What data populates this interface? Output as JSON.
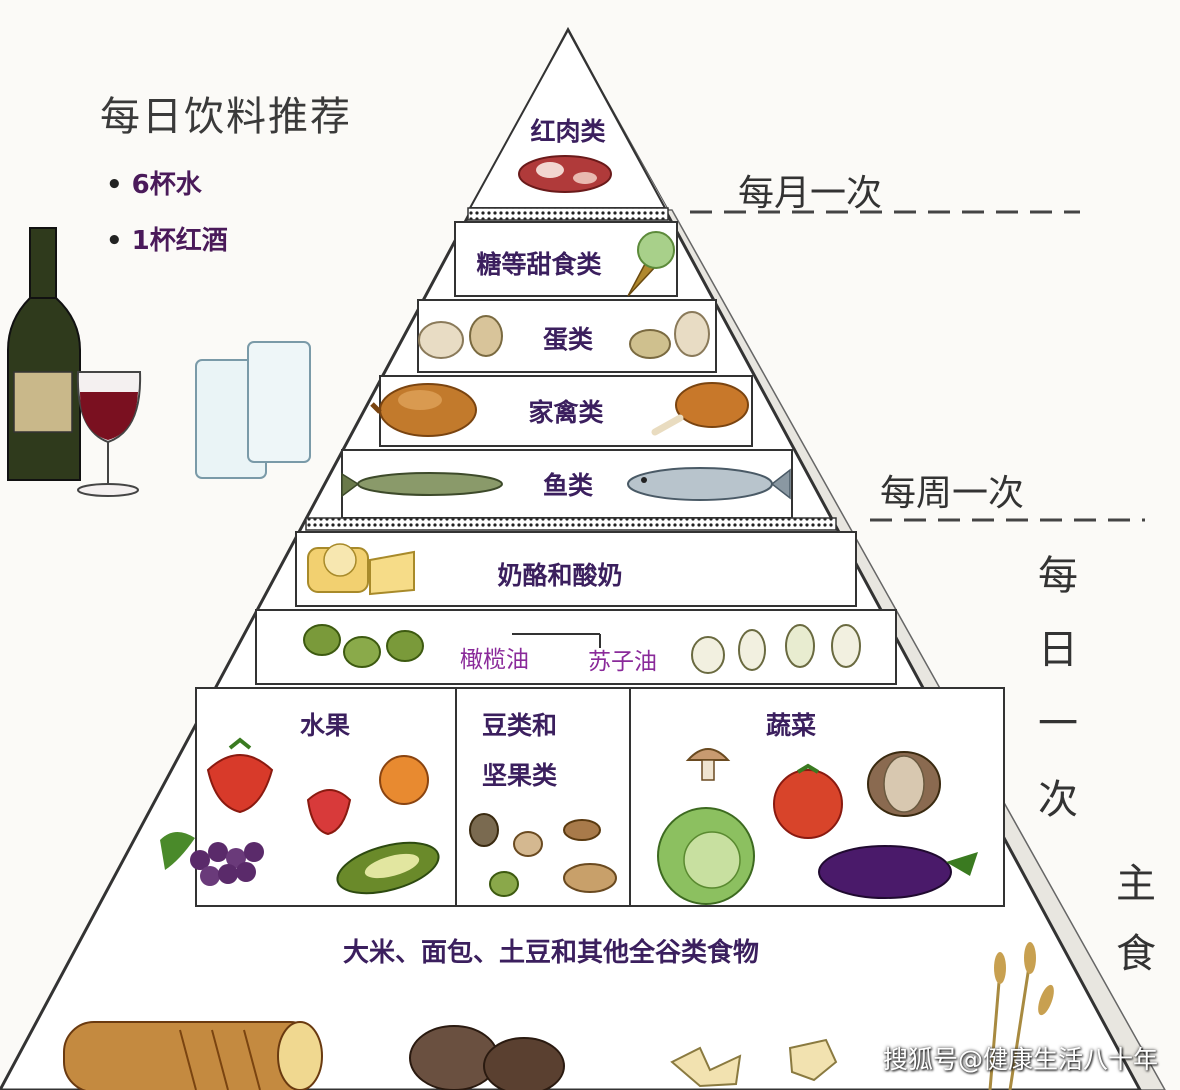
{
  "drinks": {
    "title": "每日饮料推荐",
    "items": [
      "6杯水",
      "1杯红酒"
    ]
  },
  "frequency": {
    "monthly": "每月一次",
    "weekly": "每周一次",
    "daily_chars": [
      "每",
      "日",
      "一",
      "次"
    ],
    "staple_chars": [
      "主",
      "食"
    ]
  },
  "tiers": {
    "red_meat": "红肉类",
    "sweets": "糖等甜食类",
    "eggs": "蛋类",
    "poultry": "家禽类",
    "fish": "鱼类",
    "dairy": "奶酪和酸奶",
    "olive_oil": "橄榄油",
    "perilla_oil": "苏子油",
    "fruit": "水果",
    "legumes_line1": "豆类和",
    "legumes_line2": "坚果类",
    "vegetables": "蔬菜",
    "grains": "大米、面包、土豆和其他全谷类食物"
  },
  "watermark": "搜狐号@健康生活八十年",
  "colors": {
    "pyramid_fill": "#ffffff",
    "pyramid_line": "#333333",
    "label_purple": "#3b1f5e",
    "oil_label": "#8a2a9a",
    "wine": "#7a1020",
    "bottle": "#2f3a1c"
  }
}
